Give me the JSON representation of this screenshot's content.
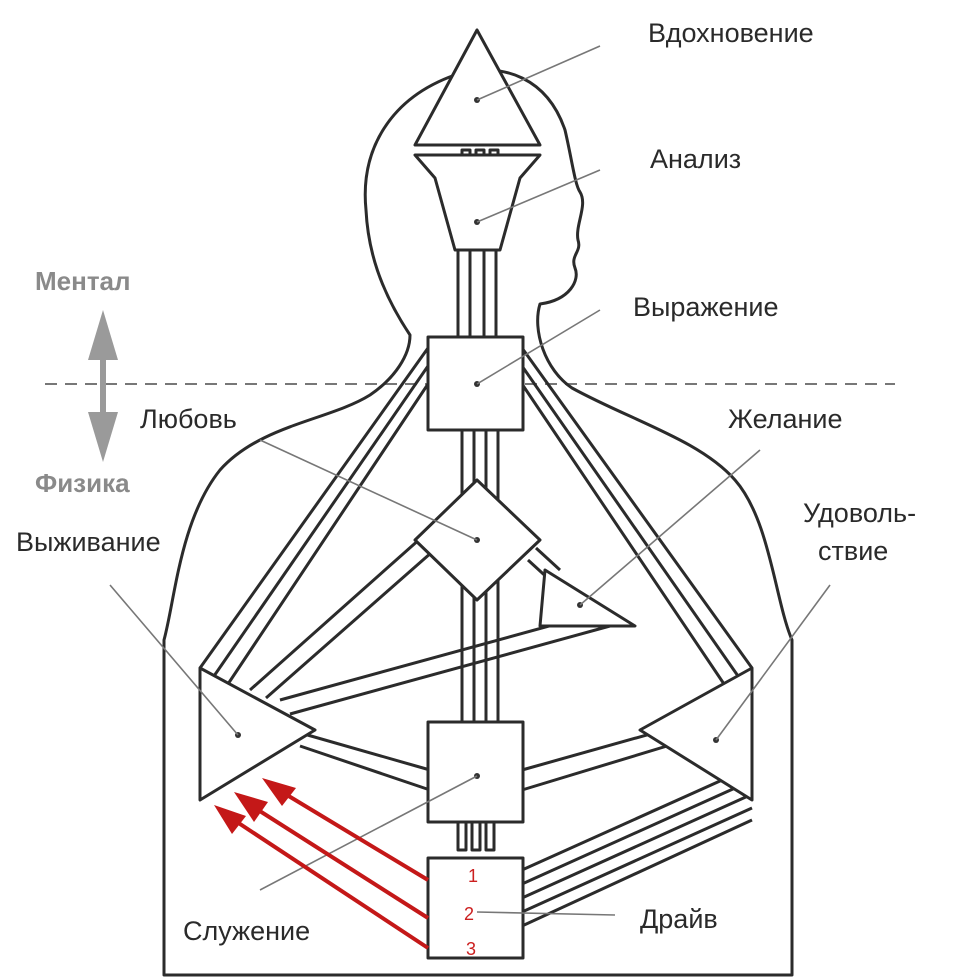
{
  "labels": {
    "inspiration": "Вдохновение",
    "analysis": "Анализ",
    "expression": "Выражение",
    "love": "Любовь",
    "desire": "Желание",
    "satisfaction_line1": "Удоволь-",
    "satisfaction_line2": "ствие",
    "survival": "Выживание",
    "service": "Служение",
    "drive": "Драйв"
  },
  "axis": {
    "mental": "Ментал",
    "physics": "Физика"
  },
  "numbers": [
    "1",
    "2",
    "3"
  ],
  "colors": {
    "line": "#2b2b2b",
    "axis_gray": "#8a8a8a",
    "accent_red": "#c41818"
  }
}
